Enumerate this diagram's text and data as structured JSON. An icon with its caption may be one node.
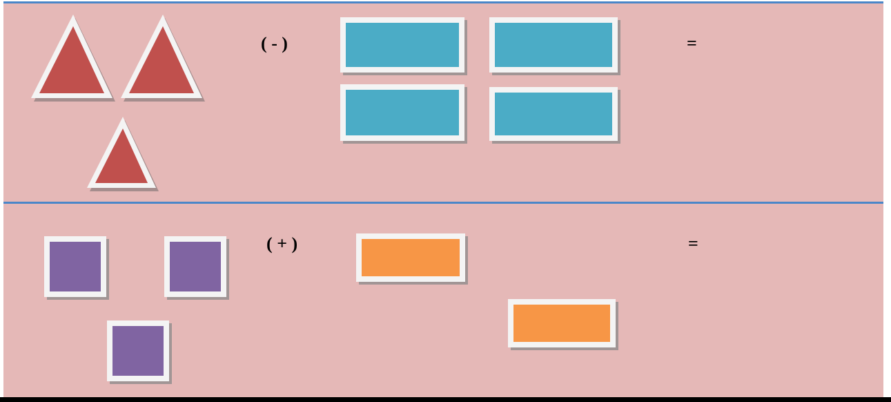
{
  "diagram": {
    "nodes": [
      {
        "text": [
          "( - )",
          "="
        ]
      },
      {
        "text": [],
        "shape": "triangle",
        "in": 0
      },
      {
        "text": [],
        "shape": "triangle",
        "in": 0
      },
      {
        "text": [],
        "shape": "triangle",
        "in": 0
      },
      {
        "text": [],
        "shape": "box",
        "in": 0
      },
      {
        "text": [],
        "shape": "box",
        "in": 0
      },
      {
        "text": [],
        "shape": "box",
        "in": 0
      },
      {
        "text": [],
        "shape": "box",
        "in": 0
      },
      {
        "text": [
          "( + )",
          "="
        ]
      },
      {
        "text": [],
        "shape": "square",
        "in": 8
      },
      {
        "text": [],
        "shape": "square",
        "in": 8
      },
      {
        "text": [],
        "shape": "square",
        "in": 8
      },
      {
        "text": [],
        "shape": "box",
        "in": 8
      },
      {
        "text": [],
        "shape": "box",
        "in": 8
      }
    ]
  }
}
